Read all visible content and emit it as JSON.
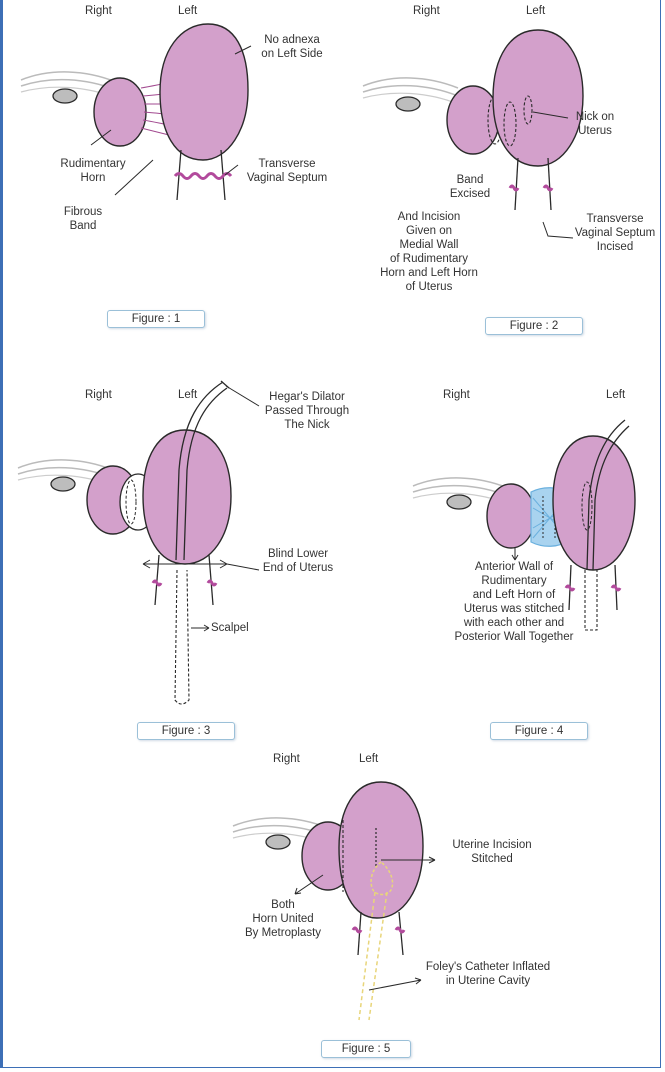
{
  "colors": {
    "uterus": "#d3a0cb",
    "stroke": "#2a2a2a",
    "septum": "#b24a9c",
    "stitch_blue": "#6ab0de",
    "catheter": "#e8d57a",
    "frame": "#3d6fb6"
  },
  "figures": [
    {
      "caption": "Figure : 1",
      "side_right": "Right",
      "side_left": "Left",
      "labels": {
        "no_adnexa": "No adnexa\non Left Side",
        "rudimentary_horn": "Rudimentary\nHorn",
        "transverse_septum": "Transverse\nVaginal Septum",
        "fibrous_band": "Fibrous\nBand"
      }
    },
    {
      "caption": "Figure : 2",
      "side_right": "Right",
      "side_left": "Left",
      "labels": {
        "nick": "Nick on\nUterus",
        "band_excised": "Band\nExcised",
        "incision": "And Incision\nGiven on\nMedial Wall\nof Rudimentary\nHorn and Left Horn\nof Uterus",
        "septum_incised": "Transverse\nVaginal Septum\nIncised"
      }
    },
    {
      "caption": "Figure : 3",
      "side_right": "Right",
      "side_left": "Left",
      "labels": {
        "hegar": "Hegar's Dilator\nPassed Through\nThe Nick",
        "blind_end": "Blind Lower\nEnd of Uterus",
        "scalpel": "Scalpel"
      }
    },
    {
      "caption": "Figure : 4",
      "side_right": "Right",
      "side_left": "Left",
      "labels": {
        "anterior_wall": "Anterior Wall of\nRudimentary\nand Left Horn of\nUterus was stitched\nwith each other and\nPosterior Wall Together"
      }
    },
    {
      "caption": "Figure : 5",
      "side_right": "Right",
      "side_left": "Left",
      "labels": {
        "uterine_incision": "Uterine Incision\nStitched",
        "both_horn": "Both\nHorn United\nBy Metroplasty",
        "foley": "Foley's Catheter Inflated\nin Uterine Cavity"
      }
    }
  ]
}
